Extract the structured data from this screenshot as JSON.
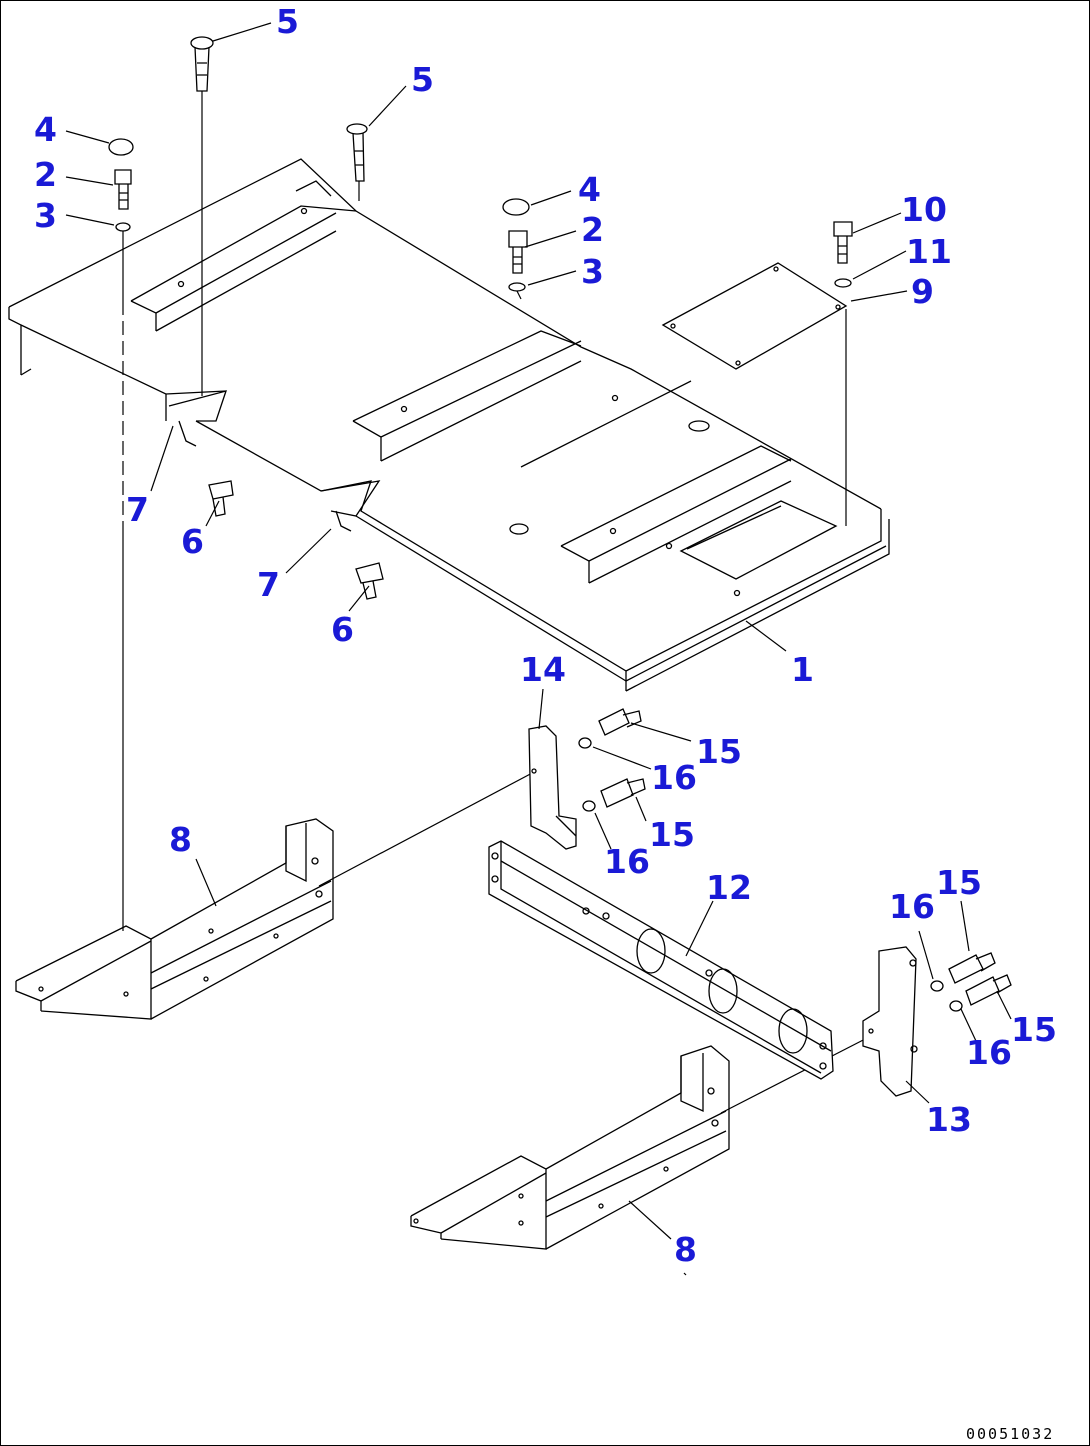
{
  "colors": {
    "callout": "#1a1ad6",
    "line": "#000000",
    "background": "#ffffff"
  },
  "callouts": [
    {
      "id": "c5a",
      "label": "5"
    },
    {
      "id": "c5b",
      "label": "5"
    },
    {
      "id": "c4a",
      "label": "4"
    },
    {
      "id": "c2a",
      "label": "2"
    },
    {
      "id": "c3a",
      "label": "3"
    },
    {
      "id": "c4b",
      "label": "4"
    },
    {
      "id": "c2b",
      "label": "2"
    },
    {
      "id": "c3b",
      "label": "3"
    },
    {
      "id": "c10",
      "label": "10"
    },
    {
      "id": "c11",
      "label": "11"
    },
    {
      "id": "c9",
      "label": "9"
    },
    {
      "id": "c7a",
      "label": "7"
    },
    {
      "id": "c6a",
      "label": "6"
    },
    {
      "id": "c7b",
      "label": "7"
    },
    {
      "id": "c6b",
      "label": "6"
    },
    {
      "id": "c1",
      "label": "1"
    },
    {
      "id": "c14",
      "label": "14"
    },
    {
      "id": "c15a",
      "label": "15"
    },
    {
      "id": "c16a",
      "label": "16"
    },
    {
      "id": "c15b",
      "label": "15"
    },
    {
      "id": "c16b",
      "label": "16"
    },
    {
      "id": "c8a",
      "label": "8"
    },
    {
      "id": "c12",
      "label": "12"
    },
    {
      "id": "c15c",
      "label": "15"
    },
    {
      "id": "c16c",
      "label": "16"
    },
    {
      "id": "c15d",
      "label": "15"
    },
    {
      "id": "c16d",
      "label": "16"
    },
    {
      "id": "c13",
      "label": "13"
    },
    {
      "id": "c8b",
      "label": "8"
    }
  ],
  "document_number": "00051032"
}
